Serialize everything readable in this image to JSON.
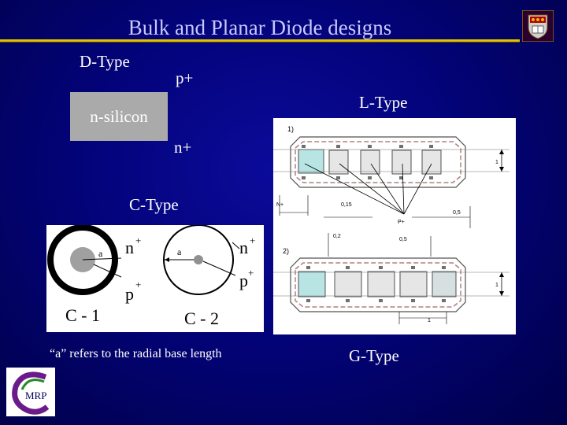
{
  "slide": {
    "title": "Bulk and Planar Diode designs",
    "d_type_label": "D-Type",
    "p_plus_label": "p+",
    "n_silicon_label": "n-silicon",
    "n_plus_label": "n+",
    "l_type_label": "L-Type",
    "c_type_label": "C-Type",
    "g_type_label": "G-Type",
    "caption": "“a” refers to the radial base length"
  },
  "c_diagram": {
    "n_plus": "n",
    "p_plus": "p",
    "plus": "+",
    "a": "a",
    "c1": "C - 1",
    "c2": "C - 2"
  },
  "l_diagram": {
    "label_1": "1)",
    "label_2": "2)",
    "n_plus": "N+",
    "p_plus": "P+",
    "dim_015": "0,15",
    "dim_05a": "0,5",
    "dim_02": "0,2",
    "dim_05b": "0,5",
    "dim_1a": "1",
    "dim_1b": "1",
    "dim_1c": "1"
  },
  "logo": {
    "text": "MRP"
  },
  "colors": {
    "title": "#c8c8ff",
    "underline": "#e0c000",
    "background": "#00006a"
  }
}
